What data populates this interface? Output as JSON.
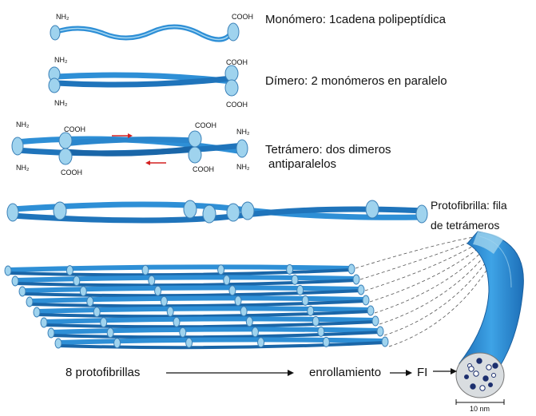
{
  "labels": {
    "monomer": "Monómero: 1cadena polipeptídica",
    "dimer": "Dímero: 2 monómeros en paralelo",
    "tetramer_1": "Tetrámero: dos dimeros",
    "tetramer_2": "antiparalelos",
    "protofibril_1": "Protofibrilla: fila",
    "protofibril_2": "de tetrámeros",
    "eight_protofibrils": "8 protofibrillas",
    "coiling": "enrollamiento",
    "fi": "FI",
    "scale": "10 nm"
  },
  "terminals": {
    "nh2": "NH₂",
    "cooh": "COOH"
  },
  "colors": {
    "fiber": "#2e8fd6",
    "fiber_dark": "#1a5f9e",
    "head": "#9fd3ee",
    "arrow_red": "#d42020",
    "cross_section": "#d9dde0",
    "dots": "#1c2f6e"
  }
}
